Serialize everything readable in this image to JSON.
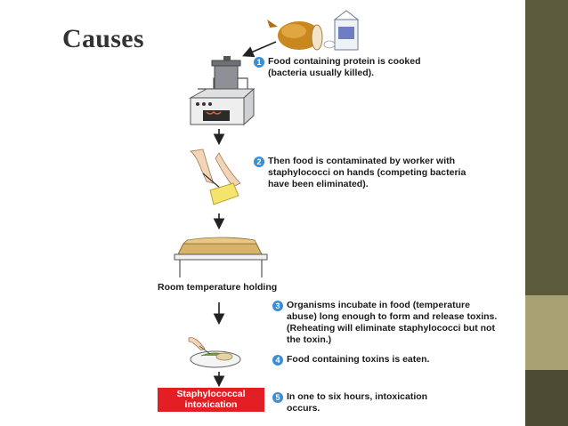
{
  "slide": {
    "title": "Causes",
    "colors": {
      "number_badge": "#3b8fd0",
      "result_box": "#e31e24",
      "side_band": "#5b5a3d",
      "side_band_accent": "#a7a173"
    }
  },
  "diagram": {
    "steps": [
      {
        "number": "1",
        "text": "Food containing protein is cooked\n(bacteria usually killed)."
      },
      {
        "number": "2",
        "text": "Then food is contaminated by worker with\nstaphylococci on hands (competing bacteria\nhave been eliminated)."
      },
      {
        "number": "3",
        "text": "Organisms incubate in food (temperature\nabuse) long enough to form and release toxins.\n(Reheating will eliminate staphylococci but not\nthe toxin.)"
      },
      {
        "number": "4",
        "text": "Food containing toxins is eaten."
      },
      {
        "number": "5",
        "text": "In one to six hours, intoxication\noccurs."
      }
    ],
    "holding_label": "Room temperature holding",
    "result_label": "Staphylococcal\nintoxication",
    "illustrations": [
      "turkey-and-milk-icon",
      "stove-pot-icon",
      "hands-cutting-cheese-icon",
      "baking-tray-on-table-icon",
      "plate-and-fork-icon"
    ]
  }
}
